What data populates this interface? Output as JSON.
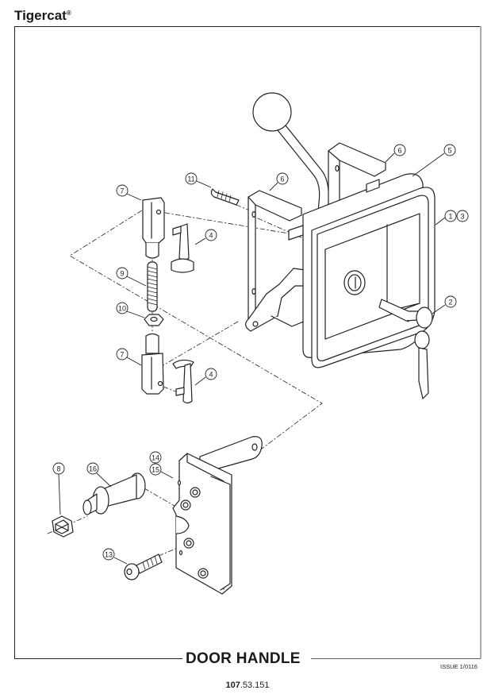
{
  "header": {
    "brand": "Tigercat",
    "brand_mark": "®"
  },
  "footer": {
    "title": "DOOR HANDLE",
    "issue": "ISSUE 1/0116",
    "part_number_bold": "107",
    "part_number_rest": ".53.151"
  },
  "callouts": [
    {
      "id": "c1",
      "label": "1"
    },
    {
      "id": "c3",
      "label": "3"
    },
    {
      "id": "c2",
      "label": "2"
    },
    {
      "id": "c4a",
      "label": "4"
    },
    {
      "id": "c4b",
      "label": "4"
    },
    {
      "id": "c5",
      "label": "5"
    },
    {
      "id": "c6a",
      "label": "6"
    },
    {
      "id": "c6b",
      "label": "6"
    },
    {
      "id": "c7a",
      "label": "7"
    },
    {
      "id": "c7b",
      "label": "7"
    },
    {
      "id": "c8",
      "label": "8"
    },
    {
      "id": "c9",
      "label": "9"
    },
    {
      "id": "c10",
      "label": "10"
    },
    {
      "id": "c11",
      "label": "11"
    },
    {
      "id": "c13",
      "label": "13"
    },
    {
      "id": "c14",
      "label": "14"
    },
    {
      "id": "c15",
      "label": "15"
    },
    {
      "id": "c16",
      "label": "16"
    }
  ]
}
